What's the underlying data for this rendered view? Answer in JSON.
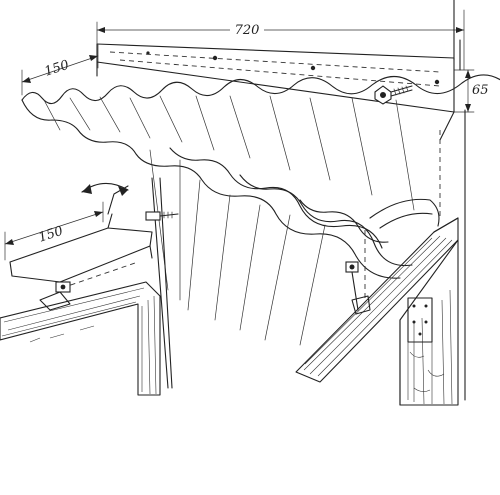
{
  "dimensions": {
    "flashing_length": "720",
    "overlap_top": "150",
    "flashing_height": "65",
    "overlap_detail": "150"
  },
  "colors": {
    "ink": "#222222",
    "paper": "#ffffff"
  },
  "icons": [
    "screw-icon",
    "fold-arrow-icon",
    "clip-icon"
  ]
}
